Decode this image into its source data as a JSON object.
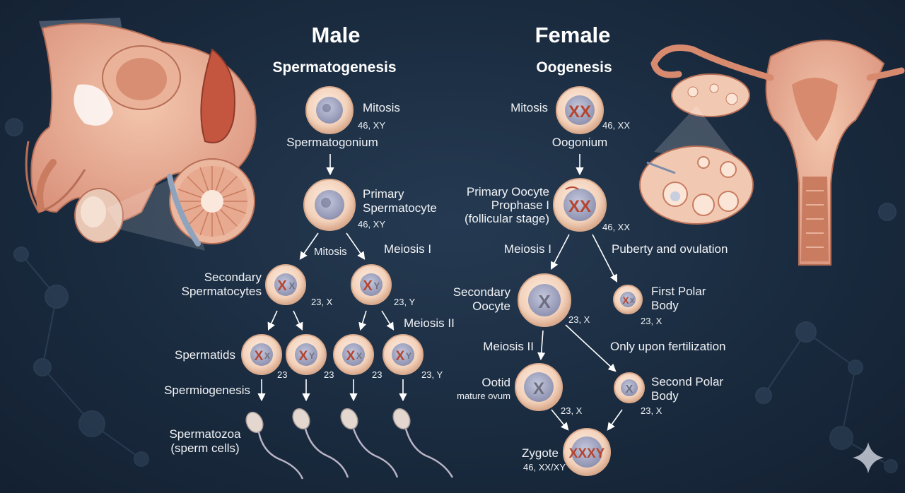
{
  "male": {
    "title": "Male",
    "process": "Spermatogenesis",
    "mitosis": "Mitosis",
    "spermatogonium": {
      "karyotype": "46, XY",
      "name": "Spermatogonium"
    },
    "primary": {
      "name_line1": "Primary",
      "name_line2": "Spermatocyte",
      "karyotype": "46, XY"
    },
    "mitosis2": "Mitosis",
    "meiosis1": "Meiosis I",
    "secondary": {
      "name_line1": "Secondary",
      "name_line2": "Spermatocytes",
      "karyotype_x": "23, X",
      "karyotype_y": "23, Y"
    },
    "meiosis2": "Meiosis II",
    "spermatids": {
      "name": "Spermatids",
      "c1": "23",
      "c2": "23",
      "c3": "23",
      "c4": "23, Y"
    },
    "spermiogenesis": "Spermiogenesis",
    "spermatozoa": {
      "line1": "Spermatozoa",
      "line2": "(sperm cells)"
    }
  },
  "female": {
    "title": "Female",
    "process": "Oogenesis",
    "mitosis": "Mitosis",
    "oogonium": {
      "karyotype": "46, XX",
      "name": "Oogonium"
    },
    "primary": {
      "line1": "Primary Oocyte",
      "line2": "Prophase I",
      "line3": "(follicular stage)",
      "karyotype": "46, XX"
    },
    "meiosis1": "Meiosis I",
    "puberty": "Puberty and ovulation",
    "secondary": {
      "line1": "Secondary",
      "line2": "Oocyte",
      "karyotype": "23, X"
    },
    "polar1": {
      "line1": "First Polar",
      "line2": "Body",
      "karyotype": "23, X"
    },
    "meiosis2": "Meiosis II",
    "fertilization": "Only upon fertilization",
    "ootid": {
      "line1": "Ootid",
      "line2": "mature ovum",
      "karyotype": "23, X"
    },
    "polar2": {
      "line1": "Second Polar",
      "line2": "Body",
      "karyotype": "23, X"
    },
    "zygote": {
      "name": "Zygote",
      "karyotype": "46, XX/XY"
    }
  },
  "chromosomes": {
    "x": "X",
    "y": "Y",
    "xx": "XX",
    "xy": "XY",
    "xxxy": "XXXY"
  },
  "colors": {
    "cell_fill": "#f6dcc8",
    "cell_rim": "#d9a98c",
    "nucleus": "#9fa3c0",
    "chrom_red": "#b5452f",
    "chrom_grey": "#6d6f80",
    "organ": "#e8a98c",
    "organ_dark": "#c97c60"
  },
  "icons": [
    "sparkle-icon"
  ]
}
